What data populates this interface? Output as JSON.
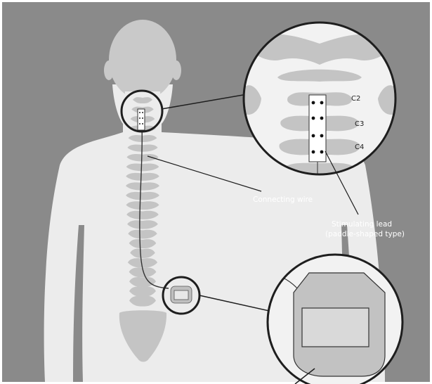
{
  "labels": {
    "connecting_wire": "Connecting wire",
    "lead_line1": "Stimulating lead",
    "lead_line2": "(paddle-shaped type)",
    "c2": "C2",
    "c3": "C3",
    "c4": "C4"
  },
  "colors": {
    "background": "#8a8a8a",
    "body": "#ececec",
    "head": "#c9c9c9",
    "bone": "#c4c4c4",
    "magnifier_fill": "#f2f2f2",
    "outline": "#1e1e1e"
  }
}
